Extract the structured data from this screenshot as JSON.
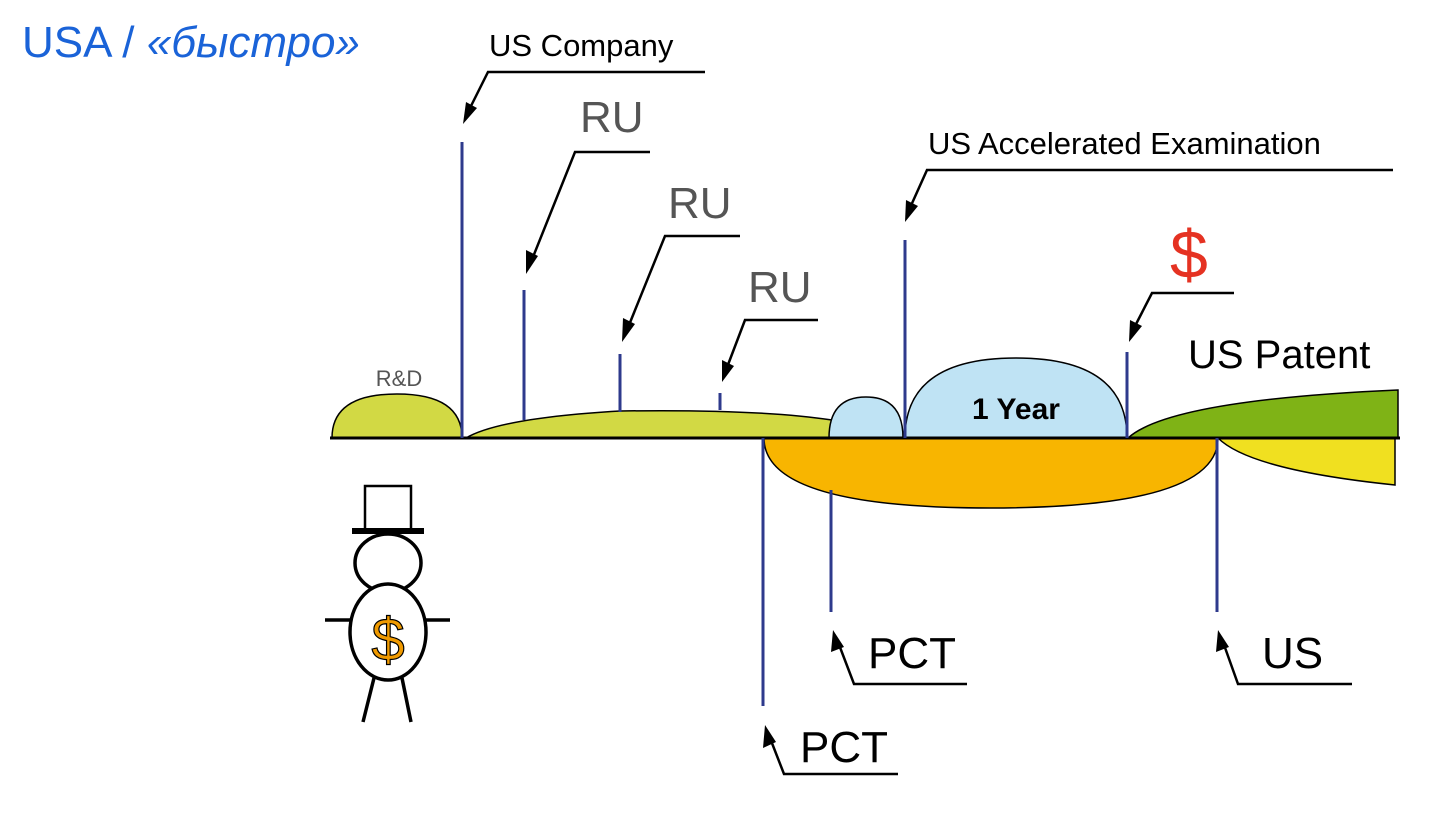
{
  "title": {
    "main": "USA / ",
    "accent": "«быстро»"
  },
  "colors": {
    "title": "#1a63d8",
    "timeline_line": "#2e3a8c",
    "rd_fill": "#d2d944",
    "ru_fill": "#d2d944",
    "pct_fill": "#f8b500",
    "exam_fill": "#bfe3f4",
    "patent_fill": "#7fb316",
    "us_national_fill": "#f0e020",
    "dollar_red": "#e53222",
    "dollar_orange": "#f09a00"
  },
  "labels": {
    "rd": "R&D",
    "us_company": "US Company",
    "ru_1": "RU",
    "ru_2": "RU",
    "ru_3": "RU",
    "us_accelerated": "US Accelerated Examination",
    "dollar": "$",
    "us_patent": "US Patent",
    "one_year": "1 Year",
    "pct_1": "PCT",
    "pct_2": "PCT",
    "us": "US",
    "figure_dollar": "$"
  },
  "icons": {
    "figure": "top-hat-money-man-icon",
    "arrows": "arrow-pointer-icon"
  }
}
